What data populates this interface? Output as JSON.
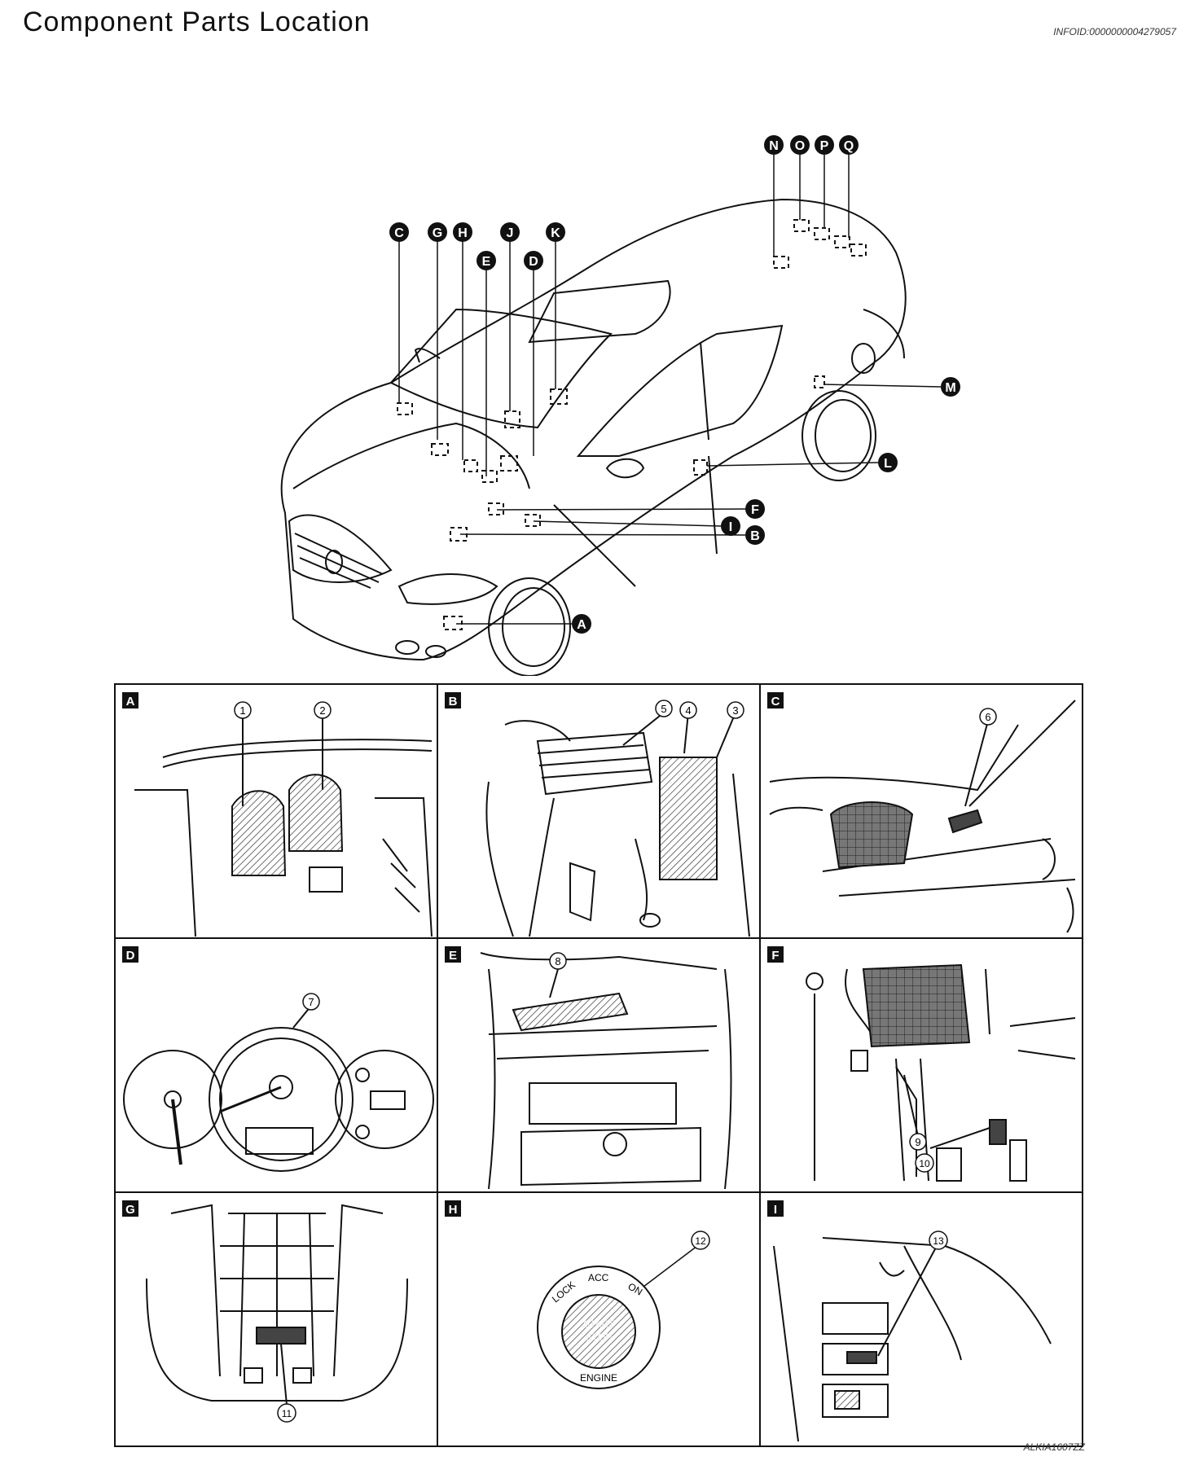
{
  "header": {
    "title": "Component Parts Location",
    "info_id": "INFOID:0000000004279057"
  },
  "overview": {
    "markers": [
      "C",
      "G",
      "H",
      "E",
      "J",
      "D",
      "K",
      "N",
      "O",
      "P",
      "Q",
      "M",
      "L",
      "F",
      "I",
      "B",
      "A"
    ]
  },
  "panels": [
    {
      "letter": "A",
      "callouts": [
        "1",
        "2"
      ]
    },
    {
      "letter": "B",
      "callouts": [
        "5",
        "4",
        "3"
      ]
    },
    {
      "letter": "C",
      "callouts": [
        "6"
      ]
    },
    {
      "letter": "D",
      "callouts": [
        "7"
      ]
    },
    {
      "letter": "E",
      "callouts": [
        "8"
      ]
    },
    {
      "letter": "F",
      "callouts": [
        "9",
        "10"
      ]
    },
    {
      "letter": "G",
      "callouts": [
        "11"
      ]
    },
    {
      "letter": "H",
      "callouts": [
        "12"
      ],
      "switch_text": {
        "lock": "LOCK",
        "acc": "ACC",
        "on": "ON",
        "start": "START",
        "stop": "STOP",
        "engine": "ENGINE"
      }
    },
    {
      "letter": "I",
      "callouts": [
        "13"
      ]
    }
  ],
  "footer": {
    "figure_code": "ALKIA1607ZZ"
  },
  "colors": {
    "line": "#111111",
    "hatch": "#555555",
    "background": "#ffffff"
  }
}
